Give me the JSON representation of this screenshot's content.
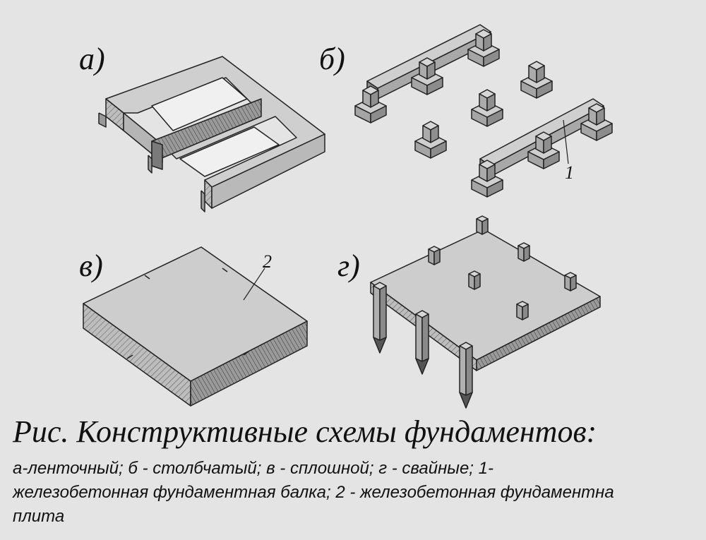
{
  "panels": {
    "a": "а)",
    "b": "б)",
    "v": "в)",
    "g": "г)"
  },
  "callouts": {
    "one": "1",
    "two": "2"
  },
  "caption": {
    "title": "Рис. Конструктивные схемы фундаментов:",
    "line1": "а-ленточный; б - столбчатый; в - сплошной; г - свайные; 1-",
    "line2": "железобетонная фундаментная балка; 2 - железобетонная фундаментна",
    "line3": "плита"
  },
  "colors": {
    "background": "#e4e4e4",
    "concrete_top": "#d0d0d0",
    "concrete_side": "#a8a8a8",
    "concrete_dark": "#7a7a7a",
    "ink": "#111111"
  }
}
